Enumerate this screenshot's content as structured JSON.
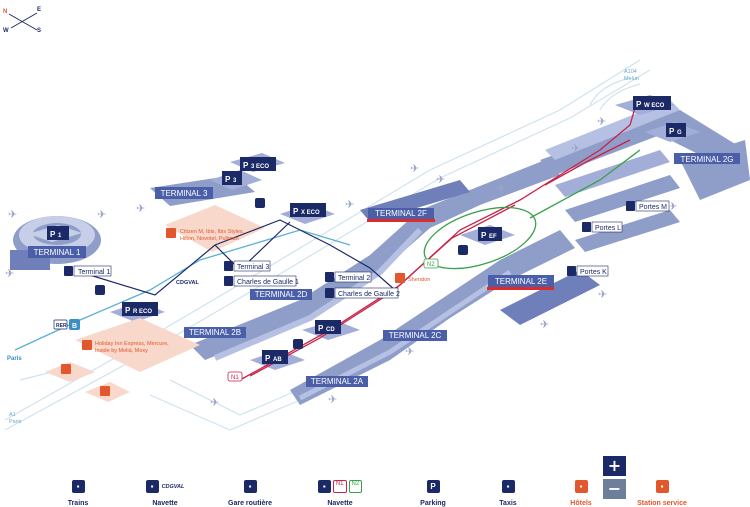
{
  "compass": {
    "n": "N",
    "e": "E",
    "w": "W",
    "s": "S"
  },
  "terminals": {
    "t1": "TERMINAL 1",
    "t3": "TERMINAL 3",
    "t2a": "TERMINAL 2A",
    "t2b": "TERMINAL 2B",
    "t2c": "TERMINAL 2C",
    "t2d": "TERMINAL 2D",
    "t2e": "TERMINAL 2E",
    "t2f": "TERMINAL 2F",
    "t2g": "TERMINAL 2G"
  },
  "parkings": {
    "p1": "1",
    "p3": "3",
    "p3eco": "3 ECO",
    "pxeco": "X ECO",
    "preco": "R ECO",
    "pcd": "CD",
    "pab": "AB",
    "pef": "EF",
    "pweco": "W ECO",
    "pg": "G"
  },
  "stations": {
    "terminal1": "Terminal 1",
    "terminal3": "Terminal 3",
    "cdg1": "Charles de Gaulle 1",
    "terminal2": "Terminal 2",
    "cdg2": "Charles de Gaulle 2",
    "portes_m": "Portes M",
    "portes_l": "Portes L",
    "portes_k": "Portes K",
    "cdgval": "CDGVAL"
  },
  "hotels": {
    "h1_line1": "Citizen M,  Ibis, Ibis Styles,",
    "h1_line2": "Hilton, Novotel, Pullman",
    "h2_line1": "Holiday Inn Express, Mercure,",
    "h2_line2": "Inside by Meliá, Moxy",
    "sheraton": "Sheraton"
  },
  "roads": {
    "n1": "N1",
    "n2": "N2",
    "a104_1": "A104",
    "a104_2": "Melun",
    "a1_1": "A1",
    "a1_2": "Paris",
    "paris": "Paris"
  },
  "rer": {
    "rer": "RER",
    "b": "B"
  },
  "legend": {
    "trains": "Trains",
    "navette1": "Navette",
    "gare": "Gare routière",
    "navette2": "Navette",
    "parking": "Parking",
    "taxis": "Taxis",
    "hotels": "Hôtels",
    "station": "Station service",
    "cdgval": "CDGVAL",
    "n1": "N1",
    "n2": "N2",
    "p": "P"
  },
  "zoom": {
    "plus": "+",
    "minus": "−"
  },
  "colors": {
    "navy": "#1b2a66",
    "terminal": "#4a5fa8",
    "orange": "#e2572b",
    "red_line": "#c8234a",
    "green_line": "#3aa14a",
    "light_blue": "#6aa9c9"
  }
}
